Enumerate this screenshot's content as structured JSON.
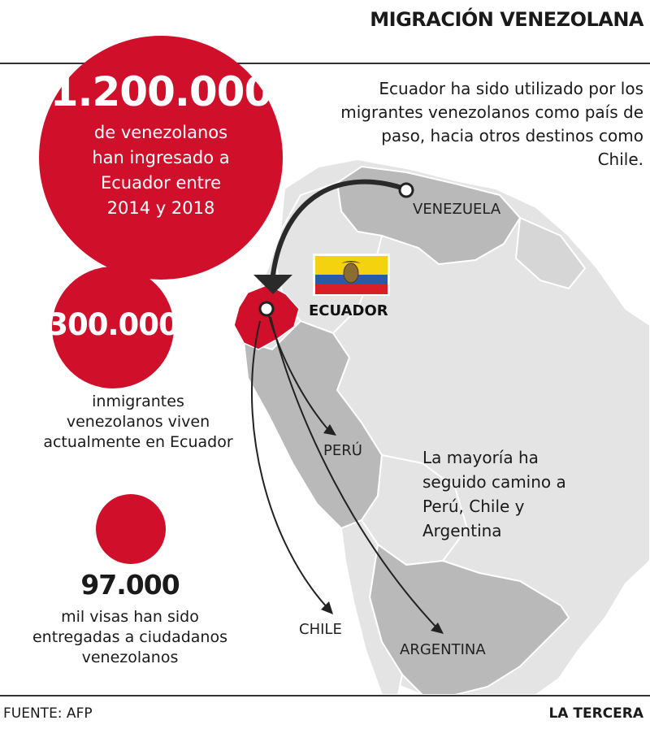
{
  "header": {
    "title": "MIGRACIÓN VENEZOLANA"
  },
  "stats": [
    {
      "value": "1.200.000",
      "label_lines": [
        "de venezolanos",
        "han ingresado a",
        "Ecuador entre",
        "2014 y 2018"
      ]
    },
    {
      "value": "300.000",
      "label_lines": [
        "inmigrantes",
        "venezolanos viven",
        "actualmente en Ecuador"
      ]
    },
    {
      "value": "97.000",
      "label_lines": [
        "mil visas han sido",
        "entregadas a ciudadanos",
        "venezolanos"
      ]
    }
  ],
  "intro_text": "Ecuador ha sido utilizado por los migrantes venezolanos como país de paso, hacia otros destinos como Chile.",
  "note_text": "La mayoría ha seguido camino a Perú, Chile y Argentina",
  "map_labels": {
    "venezuela": "VENEZUELA",
    "ecuador": "ECUADOR",
    "peru": "PERÚ",
    "chile": "CHILE",
    "argentina": "ARGENTINA"
  },
  "footer": {
    "source": "FUENTE: AFP",
    "brand": "LA TERCERA"
  },
  "colors": {
    "accent_red": "#d0102b",
    "land_light": "#e4e4e4",
    "land_dark": "#b9b9b9",
    "flag_yellow": "#f5d20f",
    "flag_blue": "#2a59a8",
    "flag_red": "#d91f26"
  }
}
